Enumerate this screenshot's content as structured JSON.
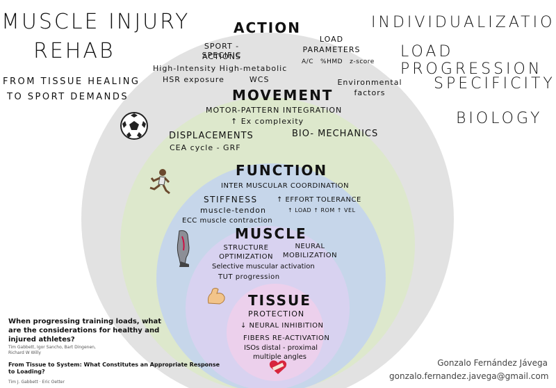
{
  "title": {
    "line1": "MUSCLE INJURY",
    "line2": "REHAB"
  },
  "subtitle": {
    "line1": "FROM TISSUE HEALING",
    "line2": "TO SPORT DEMANDS"
  },
  "principles": [
    "INDIVIDUALIZATION",
    "LOAD PROGRESSION",
    "SPECIFICITY",
    "BIOLOGY"
  ],
  "layers": {
    "action": {
      "heading": "ACTION",
      "sport_specific": [
        "SPORT - SPECIFIC",
        "ACTIONS"
      ],
      "intensity": [
        "High-Intensity  High-metabolic",
        "HSR exposure        WCS"
      ],
      "load_params": [
        "LOAD",
        "PARAMETERS"
      ],
      "load_metrics": "A/C   %HMD   z-score",
      "env": [
        "Environmental",
        "factors"
      ]
    },
    "movement": {
      "heading": "MOVEMENT",
      "motor": "MOTOR-PATTERN INTEGRATION",
      "complexity": "↑ Ex complexity",
      "displacements": "DISPLACEMENTS",
      "cea": "CEA cycle - GRF",
      "bio": "BIO- MECHANICS"
    },
    "function": {
      "heading": "FUNCTION",
      "coord": "INTER MUSCULAR COORDINATION",
      "stiffness": "STIFFNESS",
      "muscle_tendon": "muscle-tendon",
      "ecc": "ECC muscle contraction",
      "effort": "↑ EFFORT TOLERANCE",
      "effort_detail": "↑ LOAD  ↑ ROM  ↑ VEL"
    },
    "muscle": {
      "heading": "MUSCLE",
      "structure": [
        "STRUCTURE",
        "OPTIMIZATION"
      ],
      "neural": [
        "NEURAL",
        "MOBILIZATION"
      ],
      "selective": "Selective muscular activation",
      "tut": "TUT progression"
    },
    "tissue": {
      "heading": "TISSUE",
      "protection": "PROTECTION",
      "neural_inh": "↓ NEURAL INHIBITION",
      "fibers": "FIBERS RE-ACTIVATION",
      "isos": "ISOs distal - proximal",
      "angles": "multiple angles"
    }
  },
  "references": {
    "question": [
      "When progressing training loads, what",
      "are the considerations for healthy and",
      "injured athletes?"
    ],
    "question_authors": [
      "Tim Gabbett, Igor Sancho, Bart Dingenen,",
      "Richard W Willy"
    ],
    "paper": [
      "From Tissue to System: What Constitutes an Appropriate Response",
      "to Loading?"
    ],
    "paper_authors": "Tim J. Gabbett · Eric Oetter"
  },
  "author": {
    "name": "Gonzalo Fernández Jávega",
    "email": "gonzalo.fernandez.javega@gmail.com"
  },
  "colors": {
    "action": "#e2e2e2",
    "movement": "#dde8cc",
    "function": "#c6d6ea",
    "muscle": "#d8d2f0",
    "tissue": "#ecd0ec"
  }
}
